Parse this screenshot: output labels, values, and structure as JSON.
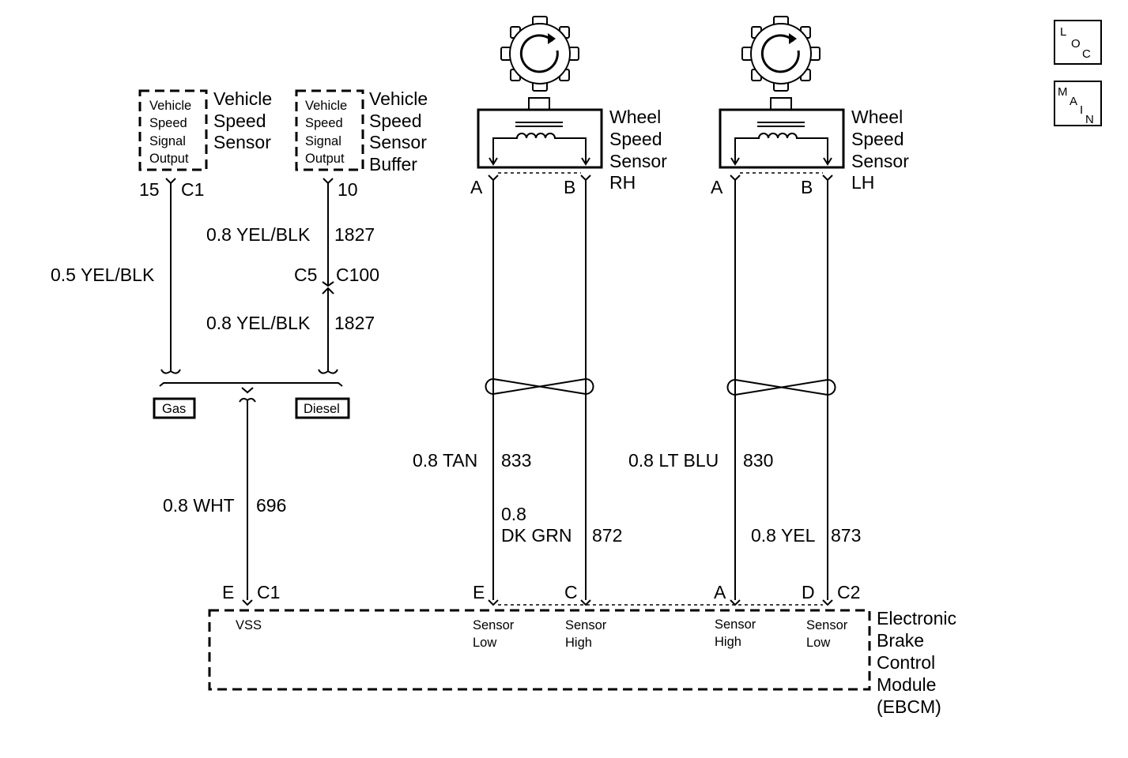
{
  "nav": {
    "loc": [
      "L",
      "O",
      "C"
    ],
    "main": [
      "M",
      "A",
      "I",
      "N"
    ]
  },
  "vss": {
    "box": [
      "Vehicle",
      "Speed",
      "Signal",
      "Output"
    ],
    "name": [
      "Vehicle",
      "Speed",
      "Sensor"
    ],
    "pin": "15",
    "connector": "C1",
    "wire": "0.5 YEL/BLK"
  },
  "buffer": {
    "box": [
      "Vehicle",
      "Speed",
      "Signal",
      "Output"
    ],
    "name": [
      "Vehicle",
      "Speed",
      "Sensor",
      "Buffer"
    ],
    "pin": "10",
    "wire_upper": "0.8 YEL/BLK",
    "circuit_upper": "1827",
    "inline_left": "C5",
    "inline_right": "C100",
    "wire_lower": "0.8 YEL/BLK",
    "circuit_lower": "1827"
  },
  "option": {
    "gas": "Gas",
    "diesel": "Diesel",
    "wire": "0.8 WHT",
    "circuit": "696"
  },
  "wss_rh": {
    "name": [
      "Wheel",
      "Speed",
      "Sensor",
      "RH"
    ],
    "pin_a": "A",
    "pin_b": "B",
    "wire_a": "0.8 TAN",
    "circuit_a": "833",
    "wire_b": [
      "0.8",
      "DK GRN"
    ],
    "circuit_b": "872"
  },
  "wss_lh": {
    "name": [
      "Wheel",
      "Speed",
      "Sensor",
      "LH"
    ],
    "pin_a": "A",
    "pin_b": "B",
    "wire_a": "0.8 LT BLU",
    "circuit_a": "830",
    "wire_b": "0.8 YEL",
    "circuit_b": "873"
  },
  "ebcm": {
    "name": [
      "Electronic",
      "Brake",
      "Control",
      "Module",
      "(EBCM)"
    ],
    "pin_vss": "E",
    "connector_c1": "C1",
    "pin_e": "E",
    "pin_c": "C",
    "pin_a": "A",
    "pin_d": "D",
    "connector_c2": "C2",
    "label_vss": "VSS",
    "label_rh_low": [
      "Sensor",
      "Low"
    ],
    "label_rh_high": [
      "Sensor",
      "High"
    ],
    "label_lh_high": [
      "Sensor",
      "High"
    ],
    "label_lh_low": [
      "Sensor",
      "Low"
    ]
  }
}
